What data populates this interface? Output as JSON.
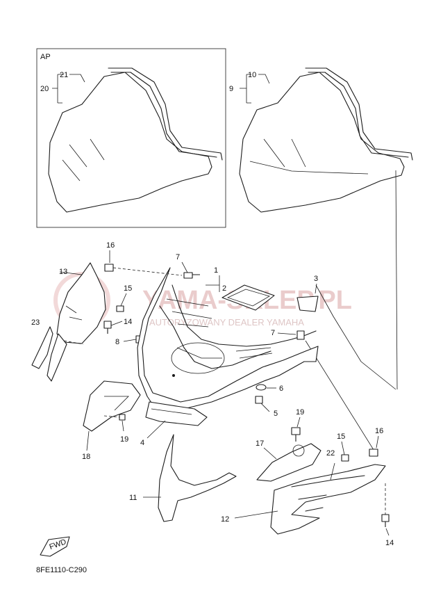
{
  "inset": {
    "label": "AP"
  },
  "watermark": {
    "title": "YAMA-SKLEP.PL",
    "subtitle": "AUTORYZOWANY DEALER YAMAHA"
  },
  "fwd_badge": {
    "label": "FWD"
  },
  "diagram_code": "8FE1110-C290",
  "callouts": {
    "c1": "1",
    "c2": "2",
    "c3": "3",
    "c4": "4",
    "c5": "5",
    "c6": "6",
    "c7a": "7",
    "c7b": "7",
    "c8": "8",
    "c9": "9",
    "c10": "10",
    "c11": "11",
    "c12": "12",
    "c13": "13",
    "c14a": "14",
    "c14b": "14",
    "c15a": "15",
    "c15b": "15",
    "c16a": "16",
    "c16b": "16",
    "c17": "17",
    "c18": "18",
    "c19a": "19",
    "c19b": "19",
    "c20": "20",
    "c21": "21",
    "c22": "22",
    "c23": "23"
  },
  "colors": {
    "line": "#1a1a1a",
    "watermark": "#d9a3a3"
  }
}
